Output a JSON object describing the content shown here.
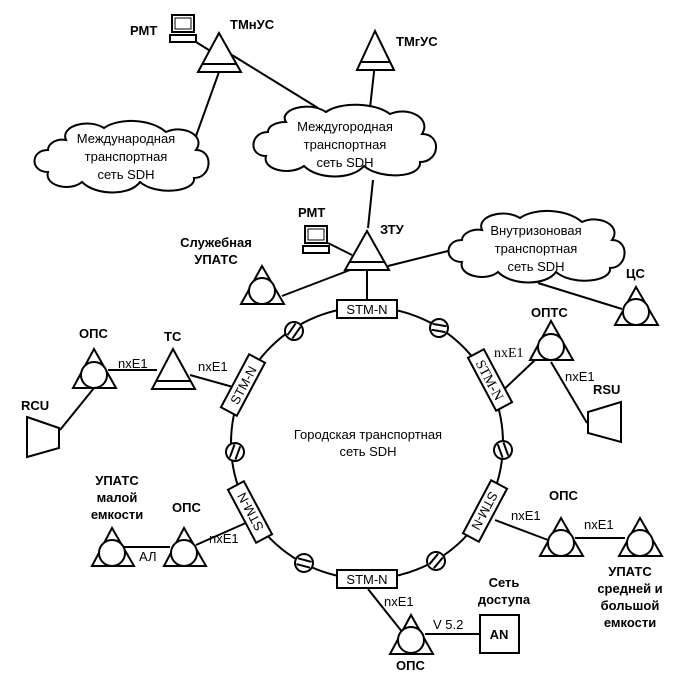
{
  "clouds": {
    "international": [
      "Международная",
      "транспортная",
      "сеть SDH"
    ],
    "longdistance": [
      "Междугородная",
      "транспортная",
      "сеть SDH"
    ],
    "intrazone": [
      "Внутризоновая",
      "транспортная",
      "сеть SDH"
    ]
  },
  "ring": {
    "label": [
      "Городская транспортная",
      "сеть  SDH"
    ],
    "mux_label": "STM-N"
  },
  "labels": {
    "rmt_top": "РМТ",
    "tmnus": "ТМнУС",
    "tmgus": "ТМгУС",
    "rmt_mid": "РМТ",
    "ztu": "ЗТУ",
    "service_upats": [
      "Служебная",
      "УПАТС"
    ],
    "cs": "ЦС",
    "ops_left": "ОПС",
    "ts": "ТС",
    "rcu": "RCU",
    "opts": "ОПТС",
    "rsu": "RSU",
    "upats_small": [
      "УПАТС",
      "малой",
      "емкости"
    ],
    "ops_lower_left": "ОПС",
    "ops_right": "ОПС",
    "upats_large": [
      "УПАТС",
      "средней и",
      "большой",
      "емкости"
    ],
    "access_net": [
      "Сеть",
      "доступа"
    ],
    "an": "AN",
    "ops_bottom": "ОПС"
  },
  "links": {
    "nxe1": "nxE1",
    "al": "АЛ",
    "v52": "V 5.2"
  }
}
